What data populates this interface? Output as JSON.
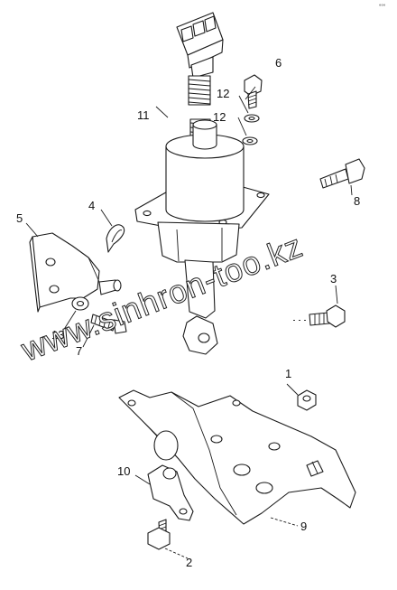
{
  "callouts": [
    "1",
    "2",
    "3",
    "4",
    "5",
    "6",
    "7",
    "8",
    "9",
    "10",
    "11",
    "12",
    "12",
    "13"
  ],
  "watermark": "www.sinhron-too.kz",
  "corner_mark": "°°°"
}
